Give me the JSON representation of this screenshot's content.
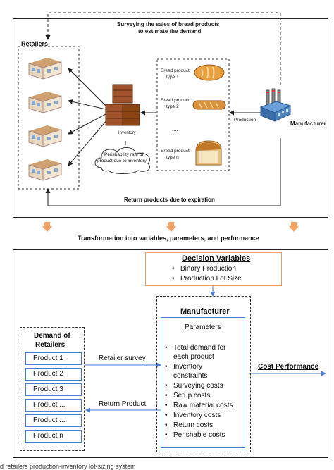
{
  "top": {
    "survey_line1": "Surveying the sales of bread products",
    "survey_line2": "to estimate the demand",
    "retailers_label": "Retailers",
    "inventory_label": "Inventory",
    "perish_line1": "Perishability rate of",
    "perish_line2": "product due to inventory",
    "bread_types": [
      {
        "line1": "Bread product",
        "line2": "type 1"
      },
      {
        "line1": "Bread product",
        "line2": "type 2"
      },
      {
        "line1": "Bread product",
        "line2": "type n"
      }
    ],
    "ellipsis": "....",
    "production_label": "Production",
    "manufacturer_label": "Manufacturer",
    "return_label": "Return products due to expiration"
  },
  "transformation": "Transformation into variables, parameters, and performance",
  "bottom": {
    "decision_title": "Decision Variables",
    "decision_items": [
      "Binary Production",
      "Production Lot Size"
    ],
    "manufacturer_title": "Manufacturer",
    "parameters_title": "Parameters",
    "parameters": [
      "Total demand for",
      "each product",
      "Inventory",
      "constraints",
      "Surveying costs",
      "Setup costs",
      "Raw material costs",
      "Inventory costs",
      "Return costs",
      "Perishable costs"
    ],
    "demand_title_line1": "Demand of",
    "demand_title_line2": "Retailers",
    "products": [
      "Product 1",
      "Product 2",
      "Product 3",
      "Product ...",
      "Product ...",
      "Product n"
    ],
    "retailer_survey": "Retailer survey",
    "return_product": "Return Product",
    "cost_performance": "Cost Performance"
  },
  "caption": "d retailers production-inventory lot-sizing system",
  "colors": {
    "arrow_orange": "#f4a460",
    "blue": "#4a7bd0",
    "decision_border": "#e8a070"
  }
}
